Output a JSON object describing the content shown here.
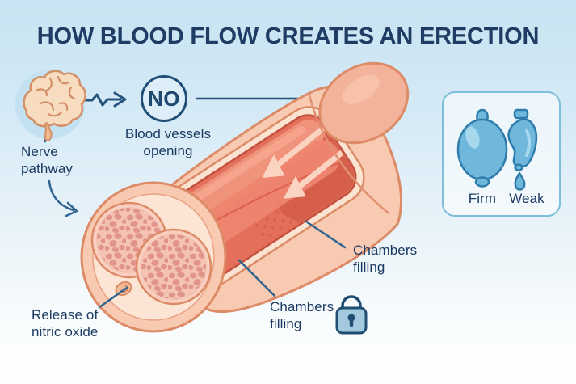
{
  "header": {
    "title": "HOW BLOOD FLOW CREATES AN ERECTION"
  },
  "diagram": {
    "nerve_pathway_label": "Nerve pathway",
    "no_badge_text": "NO",
    "blood_vessels_label": "Blood vessels opening",
    "chambers_filling_upper_label": "Chambers filling",
    "chambers_filling_lower_label": "Chambers filling",
    "release_nitric_oxide_label": "Release of nitric oxide"
  },
  "balloon_panel": {
    "firm_label": "Firm",
    "weak_label": "Weak"
  },
  "icons": {
    "brain": "brain-icon",
    "no_badge": "nitric-oxide-badge",
    "wavy_arrow": "wavy-arrow-icon",
    "nerve_arrow": "curved-arrow-icon",
    "lock": "lock-icon",
    "balloon_firm": "firm-balloon-icon",
    "balloon_weak": "weak-balloon-icon",
    "blood_flow_arrows": "blood-flow-arrow-icons"
  },
  "colors": {
    "title_navy": "#1e3c64",
    "label_navy": "#1c3b62",
    "line_steel_blue": "#2f6590",
    "icon_navy": "#214f78",
    "skin": "#f8cab1",
    "skin_outline": "#dd8a66",
    "inner_rim": "#fbe3d1",
    "chamber_red": "#e4705c",
    "chamber_red_dark": "#d65f4b",
    "spongy_pink": "#f5c3b3",
    "pebble_pink": "#e0948a",
    "flow_arrow_cream": "#fbd4c1",
    "balloon_blue": "#6fb8dc",
    "balloon_outline": "#2e7cab",
    "panel_border": "#7fbeda",
    "lock_fill": "#a3c9df",
    "background_top": "#c8e3f2",
    "background_bottom": "#ffffff"
  }
}
